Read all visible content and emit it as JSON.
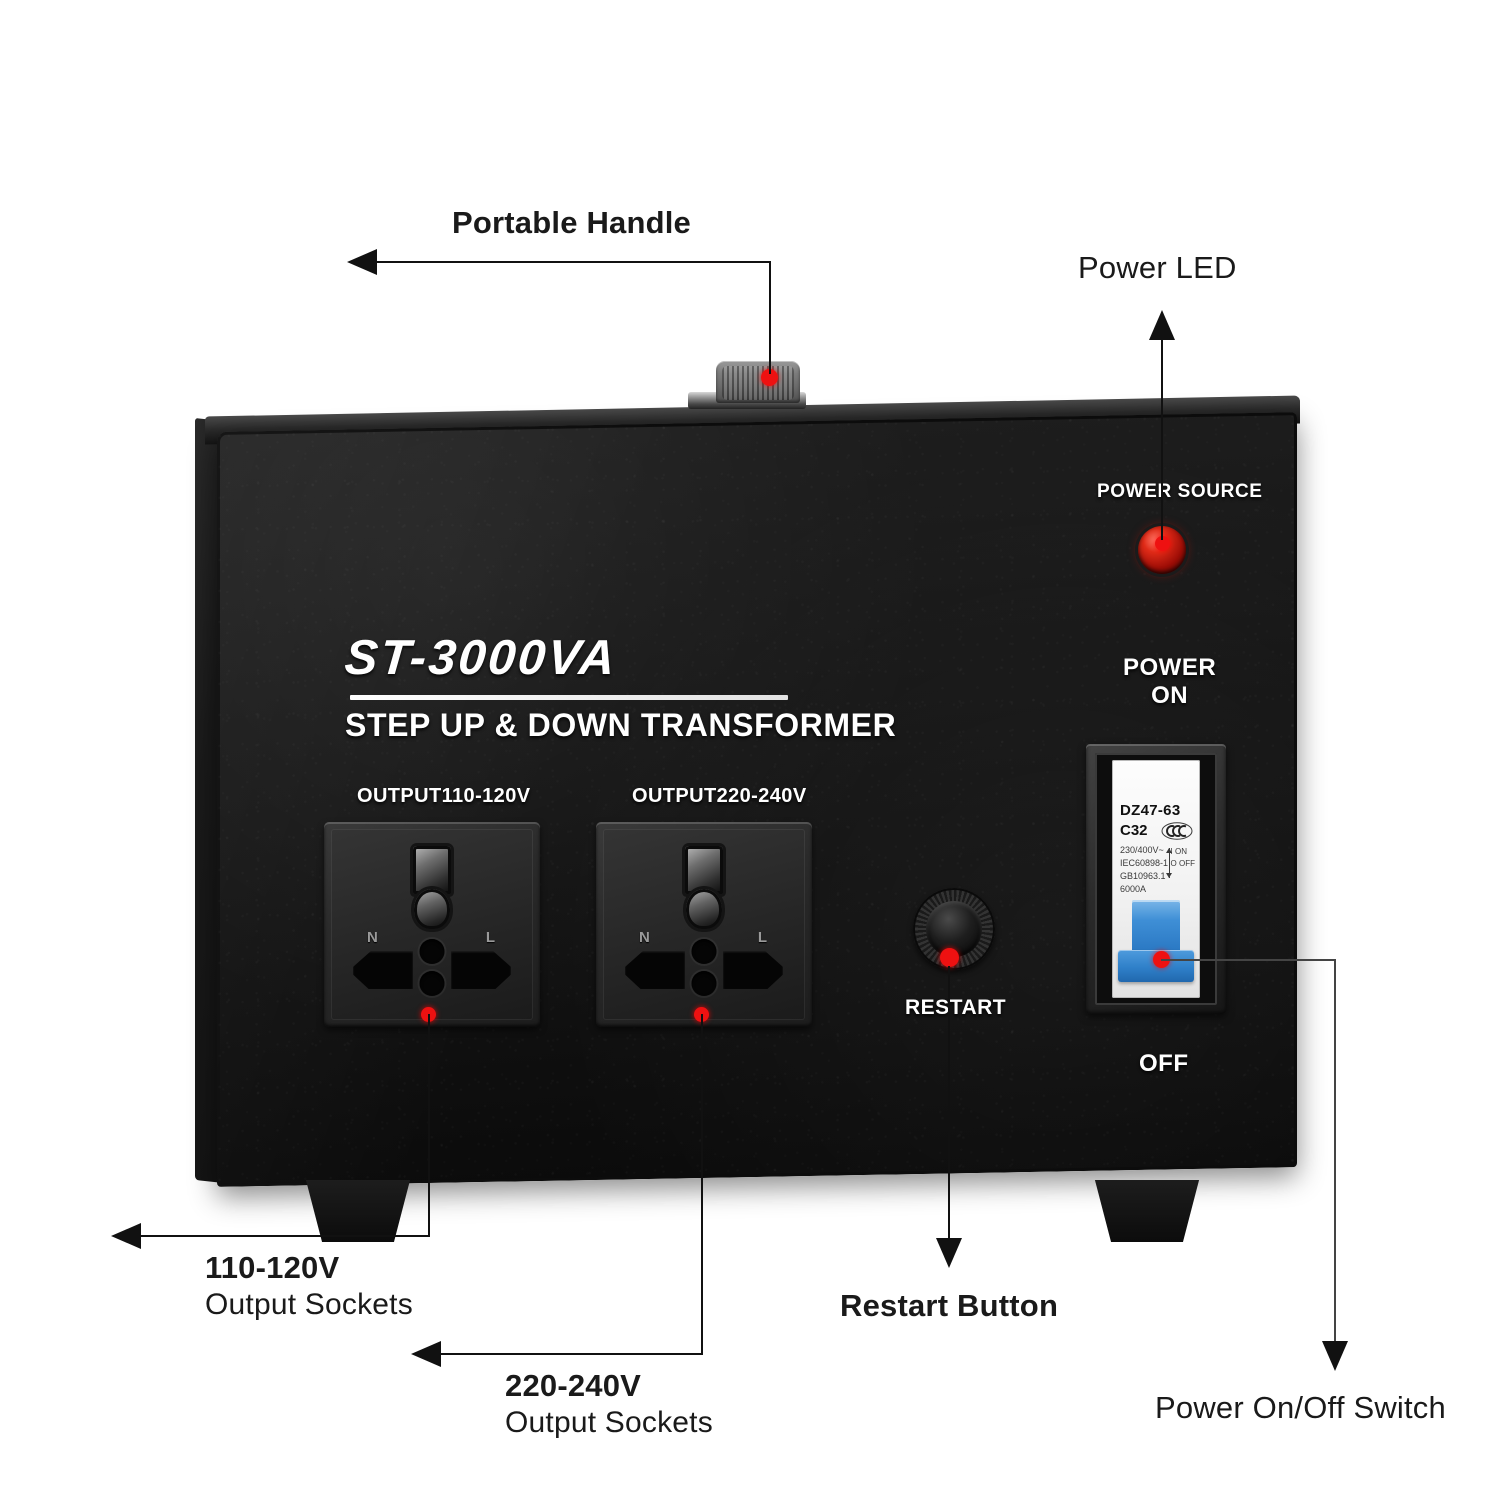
{
  "product": {
    "model": "ST-3000VA",
    "subtitle": "STEP UP  &amp; DOWN TRANSFORMER",
    "panel_labels": {
      "output_low": "OUTPUT110-120V",
      "output_high": "OUTPUT220-240V",
      "power_source": "POWER SOURCE",
      "power_on_line1": "POWER",
      "power_on_line2": "ON",
      "power_off": "OFF",
      "restart": "RESTART",
      "socket_neutral": "N",
      "socket_live": "L"
    },
    "breaker": {
      "model": "DZ47-63",
      "curve": "C32",
      "voltage": "230/400V~",
      "standard_iec": "IEC60898-1",
      "standard_gb": "GB10963.1",
      "breaking_capacity": "6000A",
      "cert_mark": "CCC",
      "on_mark": "I ON",
      "off_mark": "O OFF"
    }
  },
  "callouts": [
    {
      "id": "portable-handle",
      "label": "Portable Handle",
      "sublabel": "",
      "arrow": "left",
      "bold": true
    },
    {
      "id": "power-led",
      "label": "Power LED",
      "sublabel": "",
      "arrow": "up",
      "bold": false
    },
    {
      "id": "output-110-120",
      "label": "110-120V",
      "sublabel": "Output Sockets",
      "arrow": "left",
      "bold": true
    },
    {
      "id": "output-220-240",
      "label": "220-240V",
      "sublabel": "Output Sockets",
      "arrow": "left",
      "bold": true
    },
    {
      "id": "restart-button",
      "label": "Restart Button",
      "sublabel": "",
      "arrow": "down",
      "bold": true
    },
    {
      "id": "power-onoff-switch",
      "label": "Power On/Off Switch",
      "sublabel": "",
      "arrow": "down",
      "bold": false
    }
  ],
  "colors": {
    "marker_dot": "#ee1111",
    "chassis": "#141414",
    "led": "#e02b18",
    "breaker_lever": "#2f80c9",
    "leader_line": "#111111",
    "background": "#ffffff"
  }
}
